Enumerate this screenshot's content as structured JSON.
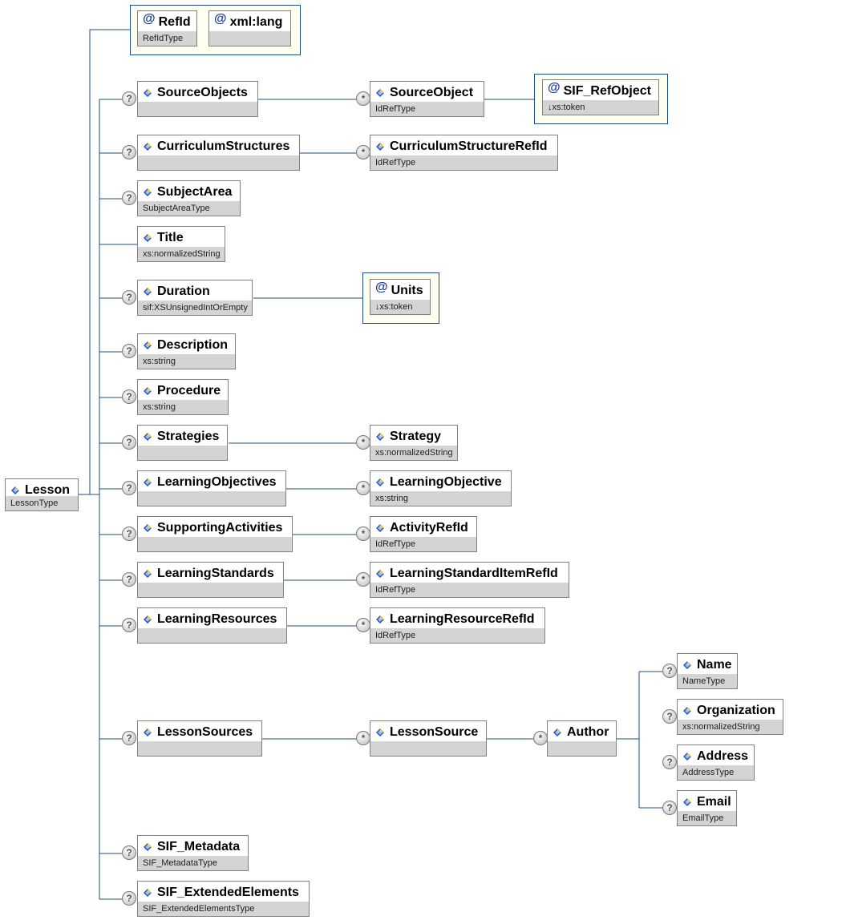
{
  "root": {
    "name": "Lesson",
    "type": "LessonType"
  },
  "attributes": [
    {
      "name": "RefId",
      "type": "RefIdType"
    },
    {
      "name": "xml:lang",
      "type": ""
    }
  ],
  "elements": [
    {
      "name": "SourceObjects",
      "type": "",
      "optional": true,
      "child": {
        "name": "SourceObject",
        "type": "IdRefType",
        "multi": true,
        "attr": {
          "name": "SIF_RefObject",
          "type": "↓xs:token"
        }
      }
    },
    {
      "name": "CurriculumStructures",
      "type": "",
      "optional": true,
      "child": {
        "name": "CurriculumStructureRefId",
        "type": "IdRefType",
        "multi": true
      }
    },
    {
      "name": "SubjectArea",
      "type": "SubjectAreaType",
      "optional": true
    },
    {
      "name": "Title",
      "type": "xs:normalizedString",
      "optional": false
    },
    {
      "name": "Duration",
      "type": "sif:XSUnsignedIntOrEmpty",
      "optional": true,
      "attr": {
        "name": "Units",
        "type": "↓xs:token"
      }
    },
    {
      "name": "Description",
      "type": "xs:string",
      "optional": true
    },
    {
      "name": "Procedure",
      "type": "xs:string",
      "optional": true
    },
    {
      "name": "Strategies",
      "type": "",
      "optional": true,
      "child": {
        "name": "Strategy",
        "type": "xs:normalizedString",
        "multi": true
      }
    },
    {
      "name": "LearningObjectives",
      "type": "",
      "optional": true,
      "child": {
        "name": "LearningObjective",
        "type": "xs:string",
        "multi": true
      }
    },
    {
      "name": "SupportingActivities",
      "type": "",
      "optional": true,
      "child": {
        "name": "ActivityRefId",
        "type": "IdRefType",
        "multi": true
      }
    },
    {
      "name": "LearningStandards",
      "type": "",
      "optional": true,
      "child": {
        "name": "LearningStandardItemRefId",
        "type": "IdRefType",
        "multi": true
      }
    },
    {
      "name": "LearningResources",
      "type": "",
      "optional": true,
      "child": {
        "name": "LearningResourceRefId",
        "type": "IdRefType",
        "multi": true
      }
    },
    {
      "name": "LessonSources",
      "type": "",
      "optional": true,
      "child": {
        "name": "LessonSource",
        "type": "",
        "multi": true,
        "child": {
          "name": "Author",
          "type": "",
          "multi": true,
          "children": [
            {
              "name": "Name",
              "type": "NameType",
              "optional": true
            },
            {
              "name": "Organization",
              "type": "xs:normalizedString",
              "optional": true
            },
            {
              "name": "Address",
              "type": "AddressType",
              "optional": true
            },
            {
              "name": "Email",
              "type": "EmailType",
              "optional": true
            }
          ]
        }
      }
    },
    {
      "name": "SIF_Metadata",
      "type": "SIF_MetadataType",
      "optional": true
    },
    {
      "name": "SIF_ExtendedElements",
      "type": "SIF_ExtendedElementsType",
      "optional": true
    }
  ],
  "badges": {
    "optional": "?",
    "multi": "*",
    "attribute": "@"
  },
  "colors": {
    "line": "#1f4e79",
    "node_border": "#808080",
    "type_bar": "#d4d4d4",
    "attr_group_bg": "#fffff0"
  }
}
